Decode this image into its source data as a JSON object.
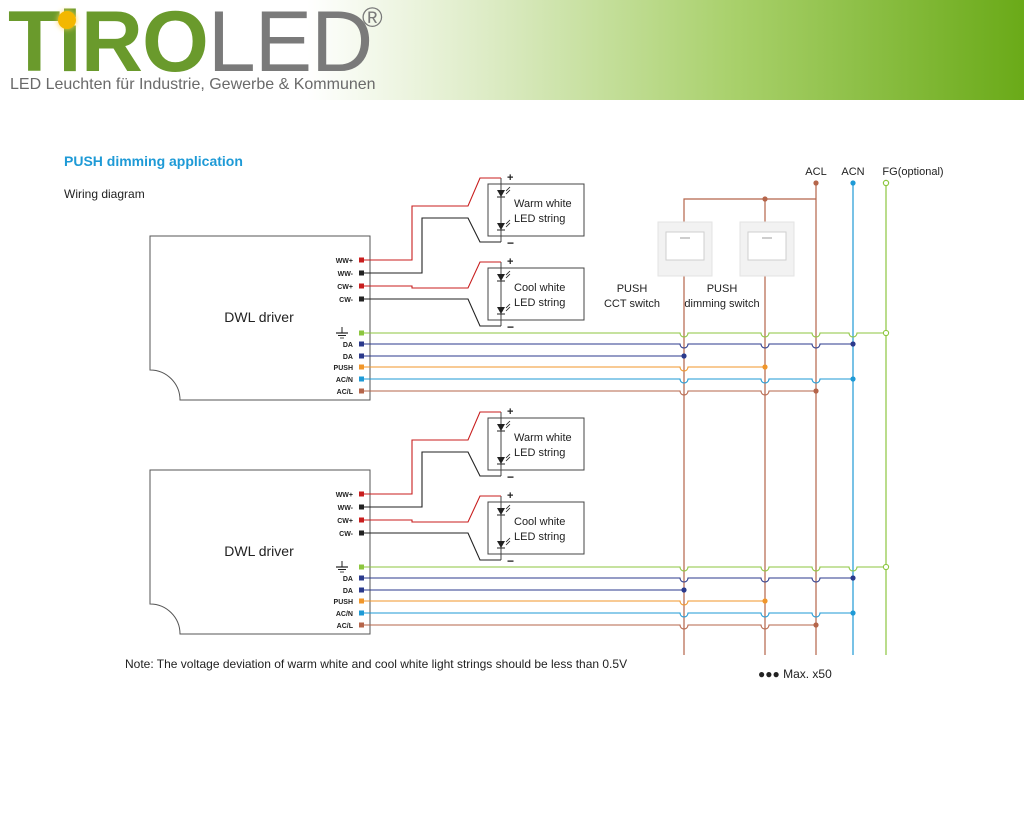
{
  "header": {
    "logo_green": "TiRO",
    "logo_gray": "LED",
    "registered": "®",
    "tagline": "LED Leuchten für Industrie, Gewerbe & Kommunen"
  },
  "diagram": {
    "title": "PUSH dimming application",
    "subtitle": "Wiring diagram",
    "driver_label": "DWL driver",
    "driver_pins": [
      "WW+",
      "WW-",
      "CW+",
      "CW-",
      "",
      "DA",
      "DA",
      "PUSH",
      "AC/N",
      "AC/L"
    ],
    "led_warm": [
      "Warm white",
      "LED string"
    ],
    "led_cool": [
      "Cool white",
      "LED string"
    ],
    "plus": "+",
    "minus": "−",
    "switch_cct": [
      "PUSH",
      "CCT switch"
    ],
    "switch_dim": [
      "PUSH",
      "dimming switch"
    ],
    "bus_labels": [
      "ACL",
      "ACN",
      "FG(optional)"
    ],
    "note": "Note: The voltage deviation of warm white and cool white light strings should be less than 0.5V",
    "max": "●●● Max. x50",
    "colors": {
      "red": "#c81e1e",
      "black": "#222222",
      "green": "#8cc63f",
      "navy": "#2b3a8c",
      "orange": "#f0962a",
      "cyan": "#1e9ad6",
      "brown": "#b5654a",
      "title": "#1e9ad6"
    }
  }
}
